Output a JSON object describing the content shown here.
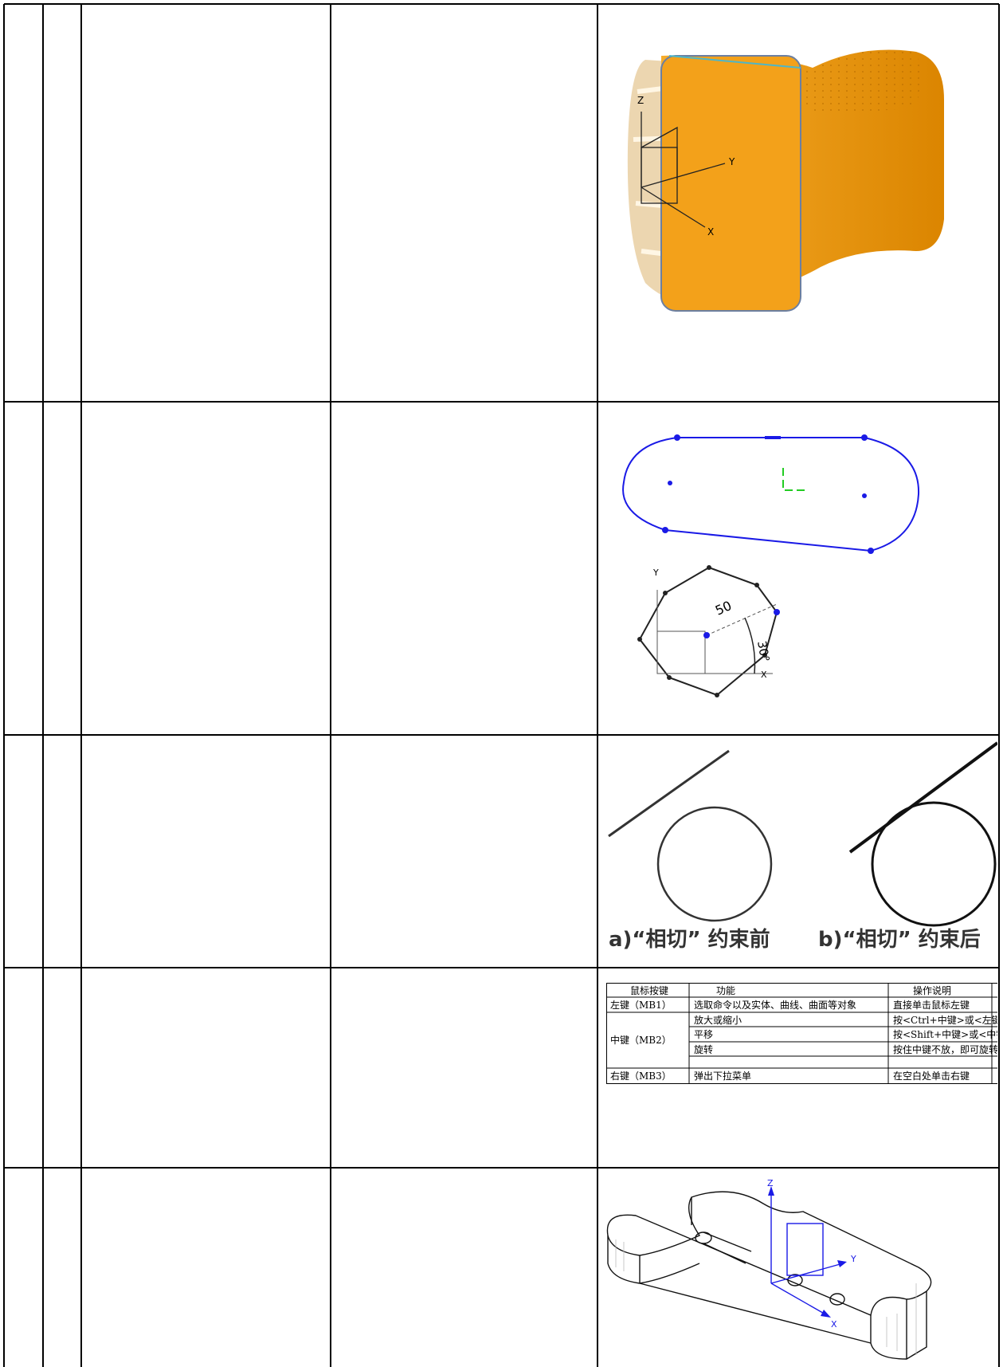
{
  "rows": [
    {
      "figure": {
        "name": "3d-solid-part-with-coordinate-axes",
        "axes": {
          "z": "Z",
          "y": "Y",
          "x": "X"
        },
        "colors": {
          "body": "#f3a11a",
          "body_dark": "#d98200",
          "shadow": "#ecd6b0",
          "edge": "#4db6c9"
        }
      }
    },
    {
      "figure": {
        "name": "sketch-constraint-figures",
        "top_color": "#1a1ae6",
        "polygon": {
          "dimension": "50",
          "angle": "30°",
          "axis_y": "Y",
          "axis_x": "X"
        }
      }
    },
    {
      "figure": {
        "name": "tangent-constraint-comparison",
        "caption_a": "a)“相切” 约束前",
        "caption_b": "b)“相切” 约束后"
      }
    },
    {
      "figure": {
        "name": "mouse-button-table",
        "headers": [
          "鼠标按键",
          "功能",
          "操作说明"
        ],
        "rows": [
          [
            "左键（MB1）",
            "选取命令以及实体、曲线、曲面等对象",
            "直接单击鼠标左键"
          ],
          [
            "中键（MB2）",
            "放大或缩小",
            "按<Ctrl+中键>或<左键+"
          ],
          [
            "",
            "平移",
            "按<Shift+中键>或<中键+"
          ],
          [
            "",
            "旋转",
            "按住中键不放，即可旋转"
          ],
          [
            "右键（MB3）",
            "弹出下拉菜单",
            "在空白处单击右键"
          ]
        ]
      }
    },
    {
      "figure": {
        "name": "3d-wireframe-link-part",
        "axes": {
          "z": "Z",
          "y": "Y",
          "x": "X"
        },
        "axis_color": "#1a1ae6"
      }
    }
  ]
}
